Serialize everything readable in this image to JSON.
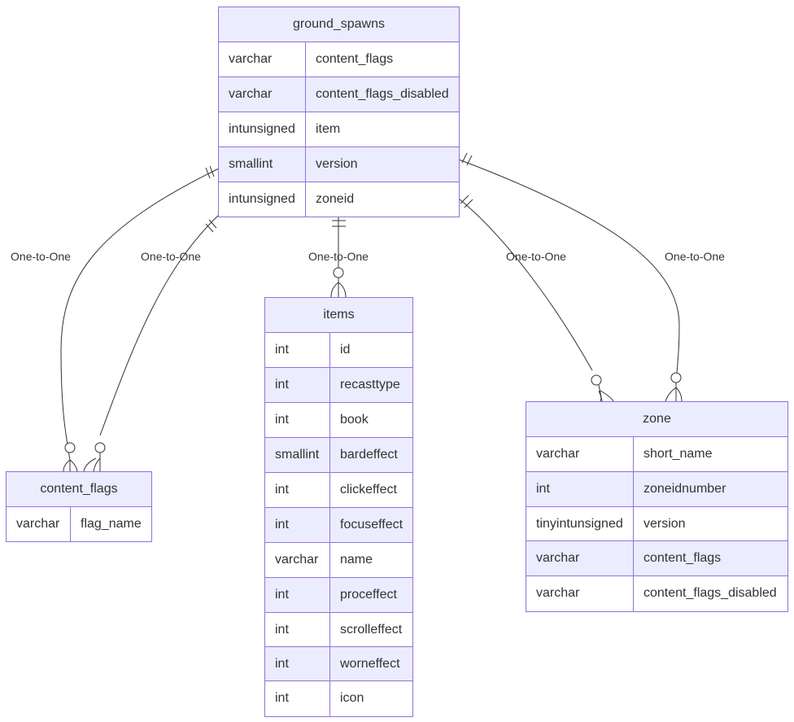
{
  "entities": {
    "ground_spawns": {
      "title": "ground_spawns",
      "rows": [
        {
          "type": "varchar",
          "name": "content_flags"
        },
        {
          "type": "varchar",
          "name": "content_flags_disabled"
        },
        {
          "type": "intunsigned",
          "name": "item"
        },
        {
          "type": "smallint",
          "name": "version"
        },
        {
          "type": "intunsigned",
          "name": "zoneid"
        }
      ]
    },
    "items": {
      "title": "items",
      "rows": [
        {
          "type": "int",
          "name": "id"
        },
        {
          "type": "int",
          "name": "recasttype"
        },
        {
          "type": "int",
          "name": "book"
        },
        {
          "type": "smallint",
          "name": "bardeffect"
        },
        {
          "type": "int",
          "name": "clickeffect"
        },
        {
          "type": "int",
          "name": "focuseffect"
        },
        {
          "type": "varchar",
          "name": "name"
        },
        {
          "type": "int",
          "name": "proceffect"
        },
        {
          "type": "int",
          "name": "scrolleffect"
        },
        {
          "type": "int",
          "name": "worneffect"
        },
        {
          "type": "int",
          "name": "icon"
        }
      ]
    },
    "content_flags": {
      "title": "content_flags",
      "rows": [
        {
          "type": "varchar",
          "name": "flag_name"
        }
      ]
    },
    "zone": {
      "title": "zone",
      "rows": [
        {
          "type": "varchar",
          "name": "short_name"
        },
        {
          "type": "int",
          "name": "zoneidnumber"
        },
        {
          "type": "tinyintunsigned",
          "name": "version"
        },
        {
          "type": "varchar",
          "name": "content_flags"
        },
        {
          "type": "varchar",
          "name": "content_flags_disabled"
        }
      ]
    }
  },
  "relationships": [
    {
      "id": "rel1",
      "label": "One-to-One",
      "from": "ground_spawns",
      "to": "content_flags"
    },
    {
      "id": "rel2",
      "label": "One-to-One",
      "from": "ground_spawns",
      "to": "content_flags"
    },
    {
      "id": "rel3",
      "label": "One-to-One",
      "from": "ground_spawns",
      "to": "items"
    },
    {
      "id": "rel4",
      "label": "One-to-One",
      "from": "ground_spawns",
      "to": "zone"
    },
    {
      "id": "rel5",
      "label": "One-to-One",
      "from": "ground_spawns",
      "to": "zone"
    }
  ],
  "colors": {
    "border": "#9370DB",
    "header_fill": "#ECECFF",
    "line": "#333333"
  }
}
